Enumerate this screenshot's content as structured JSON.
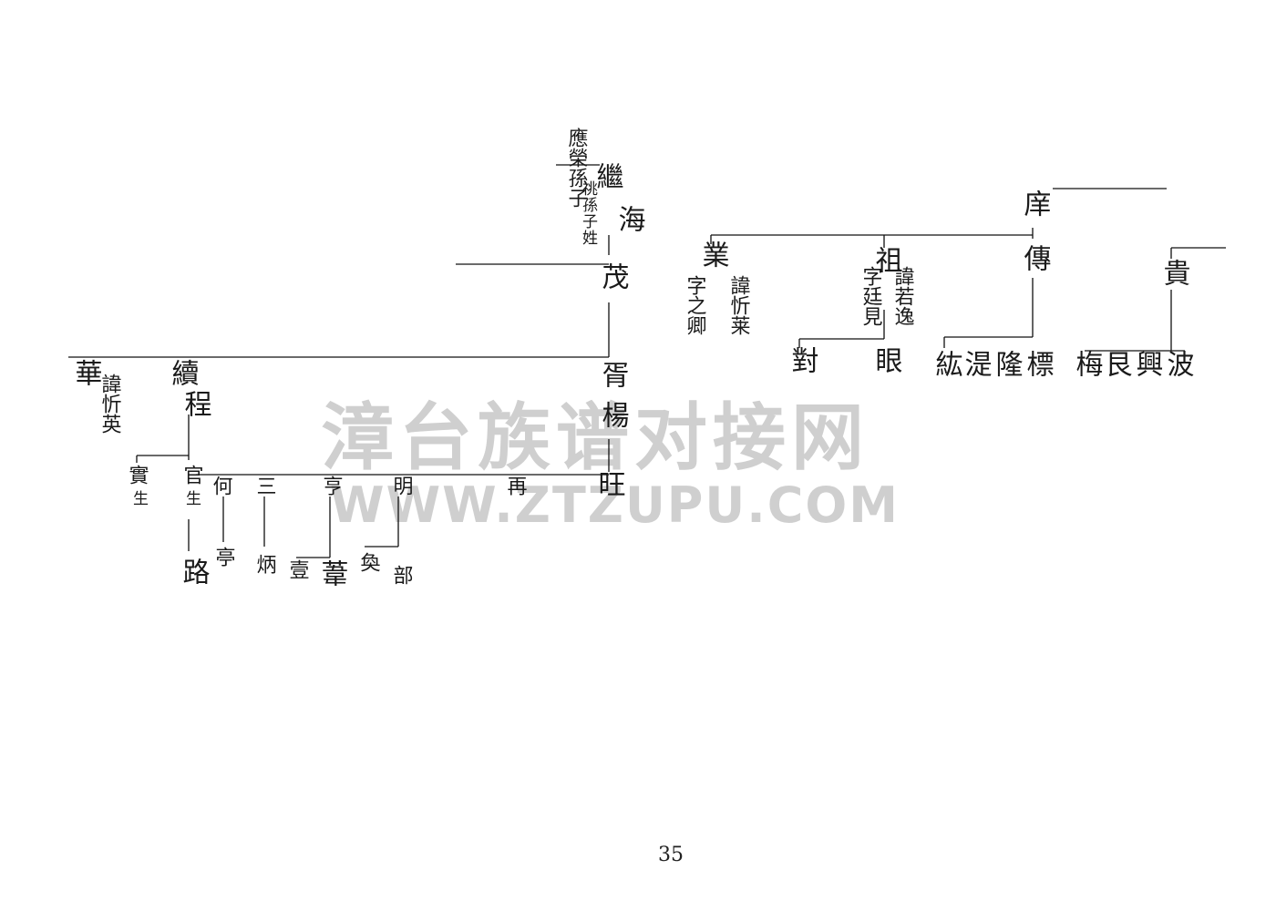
{
  "watermark": {
    "line1": "漳台族谱对接网",
    "line2": "WWW.ZTZUPU.COM"
  },
  "page_number": "35",
  "names": {
    "xiang": "庠",
    "ji": "繼",
    "chuan": "傳",
    "gui": "貴",
    "ye": "業",
    "zu": "祖",
    "dui": "對",
    "yan": "眼",
    "kan": "紘",
    "shi": "湜",
    "long": "隆",
    "biao": "標",
    "mei": "梅",
    "gen": "艮",
    "xing": "興",
    "bo": "波",
    "hai": "海",
    "mao": "茂",
    "xu": "胥",
    "yang": "楊",
    "wang": "旺",
    "hua": "華",
    "xu2": "續",
    "cheng": "程",
    "shi2": "實",
    "shi3": "官",
    "zai": "再",
    "ming": "明",
    "heng": "亨",
    "san": "三",
    "he": "何",
    "lu": "路",
    "ting": "亭",
    "bing": "炳",
    "yi": "壹",
    "hua2": "葦",
    "huan": "奐",
    "bu": "部"
  },
  "notes": {
    "xiang_note": "應榮孫子",
    "ji_note": "祧孫子姓",
    "ye_note1": "諱忻莱",
    "ye_note2": "字之卿",
    "zu_note1": "諱若逸",
    "zu_note2": "字廷見",
    "hua_note": "諱忻英",
    "shi_note": "生",
    "guan_note": "生"
  }
}
